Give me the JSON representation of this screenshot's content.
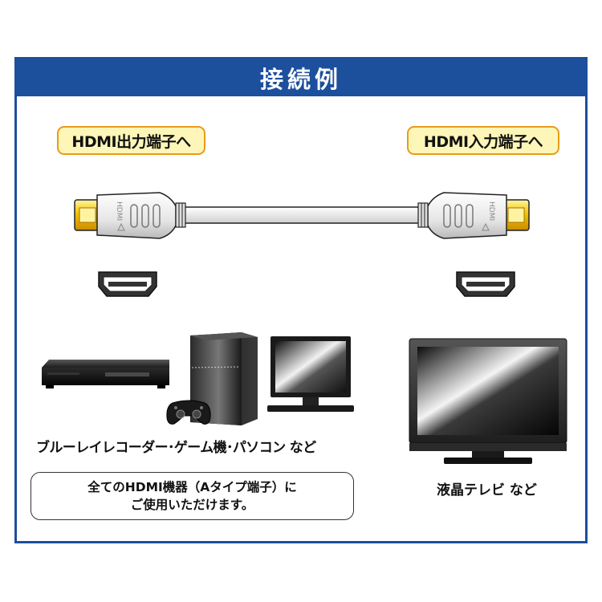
{
  "header": {
    "title": "接続例"
  },
  "labels": {
    "output_terminal": "HDMI出力端子へ",
    "input_terminal": "HDMI入力端子へ"
  },
  "connector_print": "HDMI",
  "devices": {
    "left_caption": "ブルーレイレコーダー･ゲーム機･パソコン など",
    "right_caption": "液晶テレビ など"
  },
  "note": {
    "line1": "全てのHDMI機器（Aタイプ端子）に",
    "line2": "ご使用いただけます。"
  },
  "colors": {
    "frame_blue": "#1c4f9c",
    "label_fill": "#fdf6b8",
    "label_border": "#e89b1a",
    "plug_gold": "#f2c200"
  },
  "icons": [
    "hdmi-cable-icon",
    "hdmi-port-icon",
    "blu-ray-recorder-icon",
    "game-console-icon",
    "game-controller-icon",
    "computer-monitor-icon",
    "tv-icon"
  ]
}
